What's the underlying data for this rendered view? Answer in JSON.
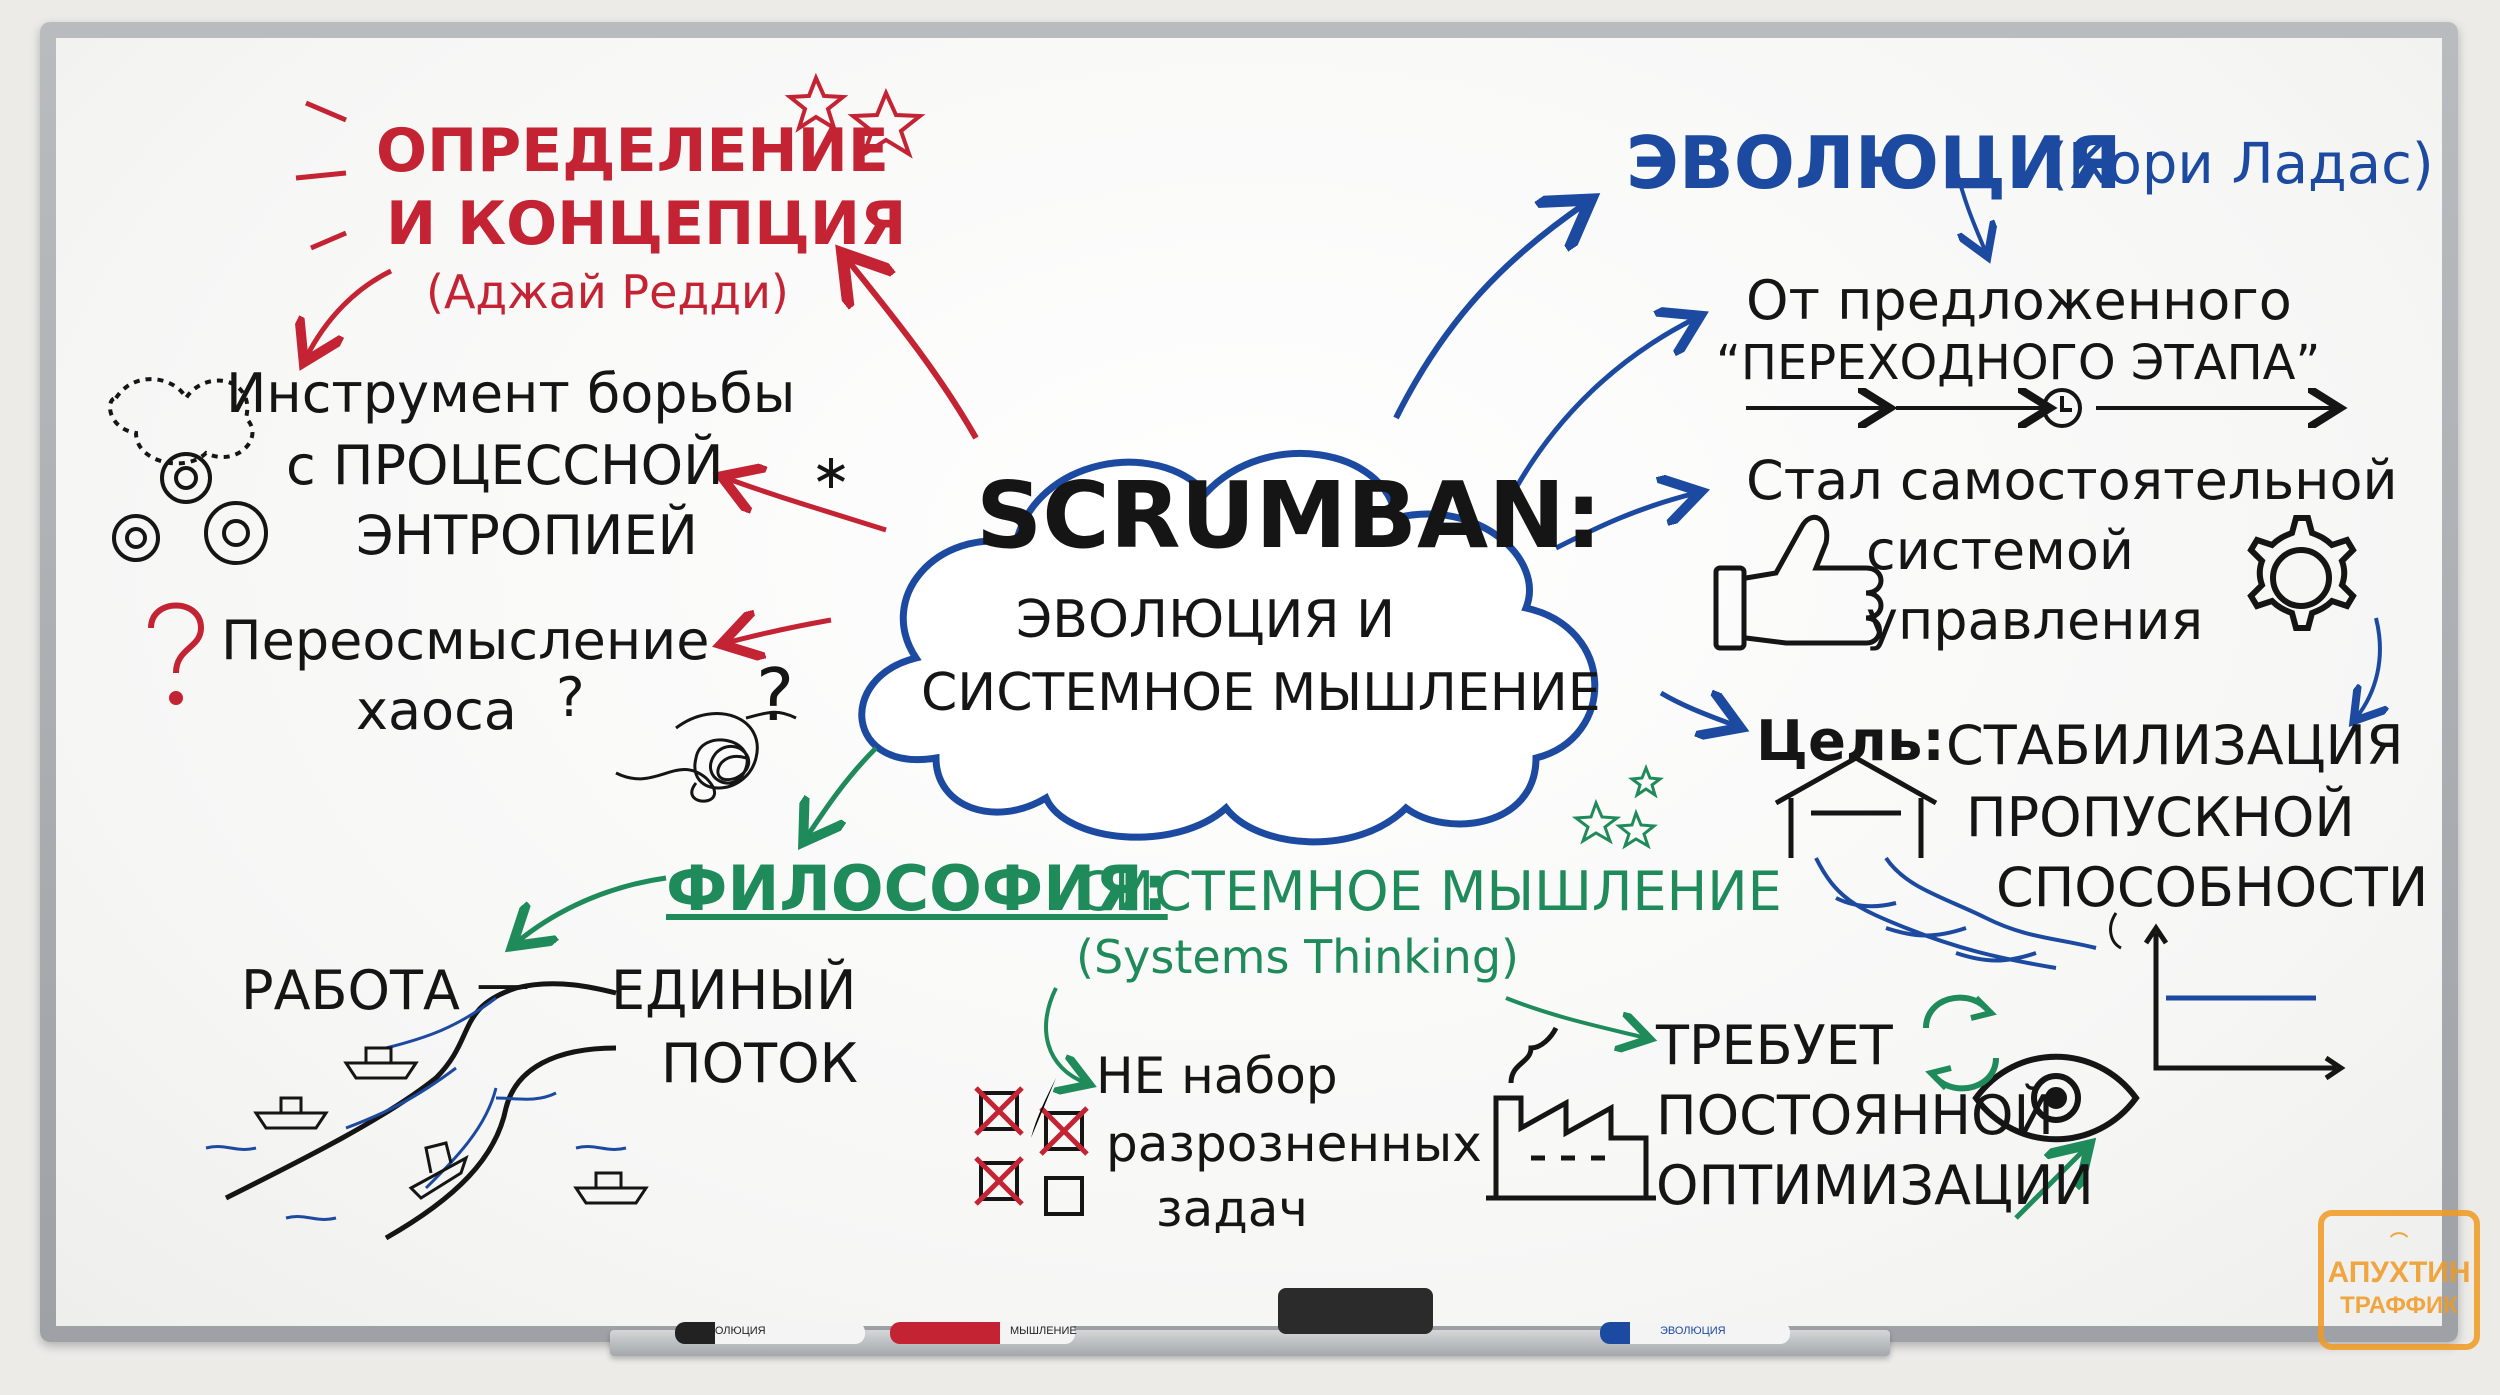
{
  "center": {
    "title": "SCRUMBAN:",
    "subtitle_1": "ЭВОЛЮЦИЯ И",
    "subtitle_2": "СИСТЕМНОЕ МЫШЛЕНИЕ"
  },
  "definition": {
    "heading_1": "ОПРЕДЕЛЕНИЕ",
    "heading_2": "И КОНЦЕПЦИЯ",
    "author": "(Аджай Редди)",
    "tool_1": "Инструмент борьбы",
    "tool_2": "с ПРОЦЕССНОЙ",
    "tool_3": "ЭНТРОПИЕЙ",
    "rethink_1": "Переосмысление",
    "rethink_2": "хаоса",
    "question": "?"
  },
  "evolution": {
    "heading": "ЭВОЛЮЦИЯ",
    "author": "(Кори Ладас)",
    "from_1": "От предложенного",
    "from_2": "“ПЕРЕХОДНОГО ЭТАПА”",
    "became_1": "Стал самостоятельной",
    "became_2": "системой",
    "became_3": "управления",
    "goal_label": "Цель:",
    "goal_1": "СТАБИЛИЗАЦИЯ",
    "goal_2": "ПРОПУСКНОЙ",
    "goal_3": "СПОСОБНОСТИ"
  },
  "philosophy": {
    "heading": "ФИЛОСОФИЯ:",
    "subheading": "СИСТЕМНОЕ МЫШЛЕНИЕ",
    "english": "(Systems Thinking)",
    "work": "РАБОТА",
    "dash": "—",
    "flow_1": "ЕДИНЫЙ",
    "flow_2": "ПОТОК",
    "not_1": "НЕ набор",
    "not_2": "разрозненных",
    "not_3": "задач",
    "requires_1": "ТРЕБУЕТ",
    "requires_2": "ПОСТОЯННОЙ",
    "requires_3": "ОПТИМИЗАЦИИ"
  },
  "watermark": {
    "line_1": "АПУХТИН",
    "line_2": "ТРАФФИК"
  },
  "markers": {
    "line_1": "ЭВОЛЮЦИЯ",
    "line_2": "МЫШЛЕНИЕ"
  },
  "colors": {
    "red": "#c42333",
    "blue": "#1c4aa0",
    "green": "#1f8a5a",
    "black": "#151515",
    "logo": "#f19a22"
  },
  "icons": [
    "gears-icon",
    "question-icon",
    "scribble-icon",
    "thumbs-up-icon",
    "gear-icon",
    "clock-icon",
    "dam-icon",
    "chart-icon",
    "river-icon",
    "boat-icon",
    "checkbox-icon",
    "factory-icon",
    "eye-icon",
    "cycle-icon",
    "star-icon"
  ]
}
